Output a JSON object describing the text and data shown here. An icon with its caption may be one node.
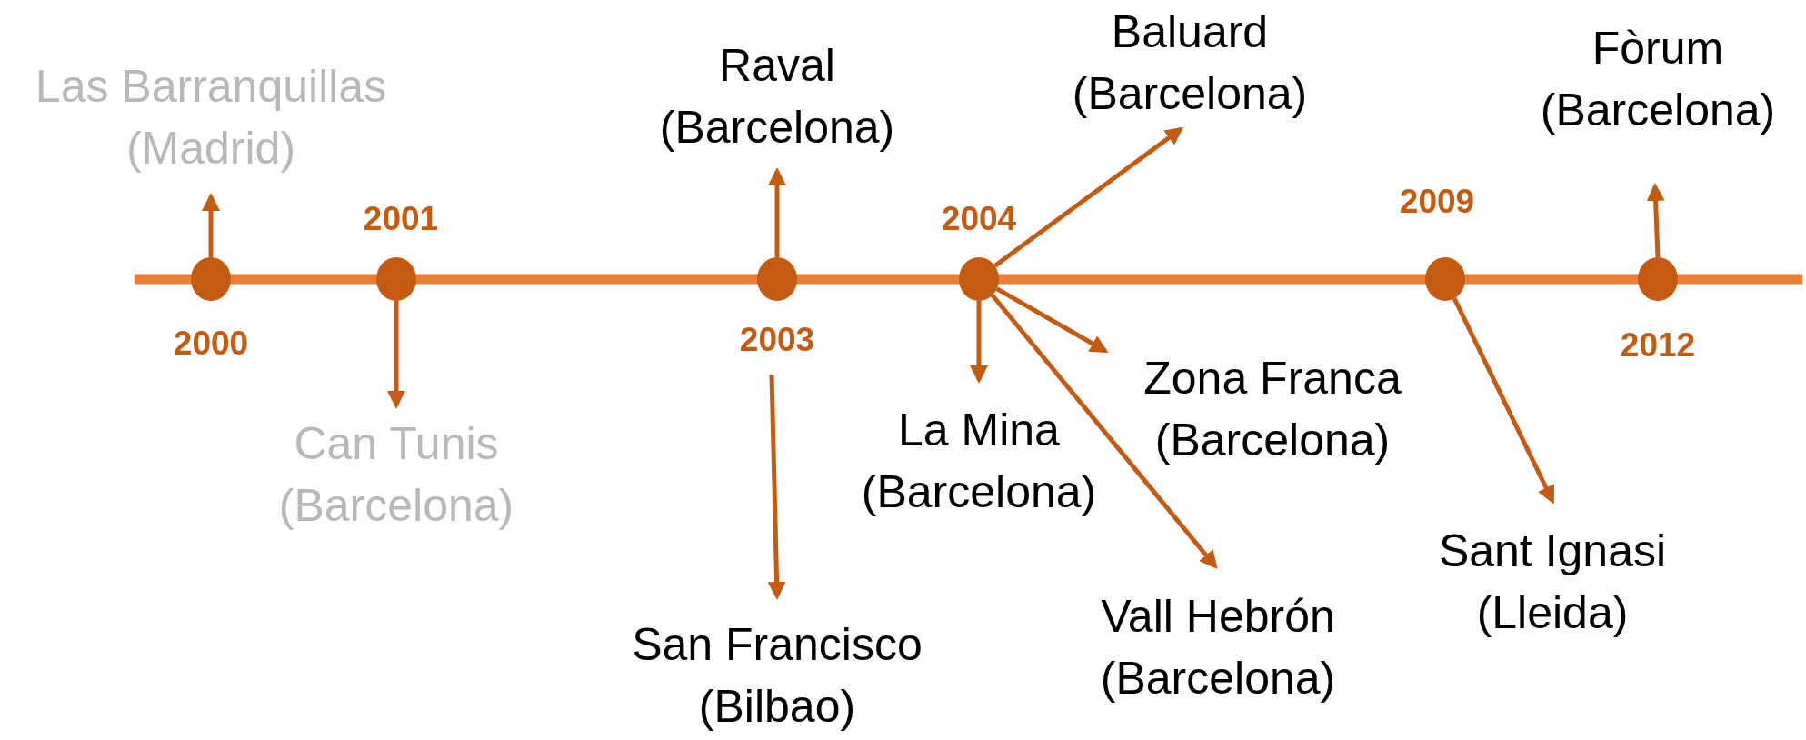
{
  "diagram": {
    "nodes": [
      {
        "text": [],
        "shape": "circle",
        "beside": [
          "2000"
        ]
      },
      {
        "text": [],
        "shape": "circle",
        "beside": [
          "2001"
        ]
      },
      {
        "text": [],
        "shape": "circle",
        "beside": [
          "2003"
        ]
      },
      {
        "text": [],
        "shape": "circle",
        "beside": [
          "2004"
        ]
      },
      {
        "text": [],
        "shape": "circle",
        "beside": [
          "2009"
        ]
      },
      {
        "text": [],
        "shape": "circle",
        "beside": [
          "2012"
        ]
      },
      {
        "text": [
          "Las Barranquillas (Madrid)"
        ]
      },
      {
        "text": [
          "Raval (Barcelona)"
        ]
      },
      {
        "text": [
          "Baluard (Barcelona)"
        ]
      },
      {
        "text": [
          "Fòrum (Barcelona)"
        ]
      },
      {
        "text": [
          "Can Tunis (Barcelona)"
        ]
      },
      {
        "text": [
          "San Francisco (Bilbao)"
        ]
      },
      {
        "text": [
          "La Mina (Barcelona)"
        ]
      },
      {
        "text": [
          "Zona Franca (Barcelona)"
        ]
      },
      {
        "text": [
          "Vall Hebrón (Barcelona)"
        ]
      },
      {
        "text": [
          "Sant Ignasi (Lleida)"
        ]
      }
    ],
    "edges": [
      {
        "from": 0,
        "to": 6,
        "arrow": "to"
      },
      {
        "from": 1,
        "to": 10,
        "arrow": "to"
      },
      {
        "from": 2,
        "to": 7,
        "arrow": "to"
      },
      {
        "from": null,
        "to": 11,
        "arrow": "to"
      },
      {
        "from": 3,
        "to": 8,
        "arrow": "to"
      },
      {
        "from": 3,
        "to": 12,
        "arrow": "to"
      },
      {
        "from": 3,
        "to": 13,
        "arrow": "to"
      },
      {
        "from": 3,
        "to": 14,
        "arrow": "to"
      },
      {
        "from": 4,
        "to": 15,
        "arrow": "to"
      },
      {
        "from": 5,
        "to": 9,
        "arrow": "to"
      }
    ]
  }
}
